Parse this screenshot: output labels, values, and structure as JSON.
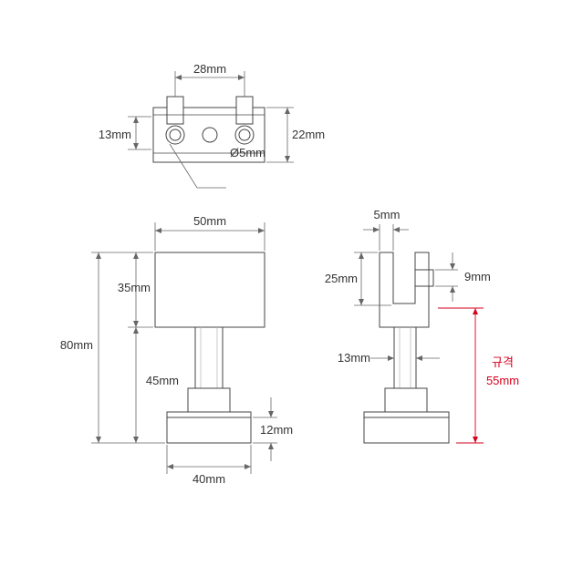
{
  "top_view": {
    "width_label": "28mm",
    "height_label": "13mm",
    "depth_label": "22mm",
    "hole_label": "Ø5mm"
  },
  "front_view": {
    "block_width_label": "50mm",
    "block_height_label": "35mm",
    "total_height_label": "80mm",
    "stem_height_label": "45mm",
    "base_height_label": "12mm",
    "base_width_label": "40mm"
  },
  "side_view": {
    "slot_width_label": "5mm",
    "slot_depth_label": "25mm",
    "screw_label": "9mm",
    "stem_label": "13mm",
    "spec_label": "규격",
    "spec_value": "55mm",
    "spec_color": "#d6001c"
  }
}
